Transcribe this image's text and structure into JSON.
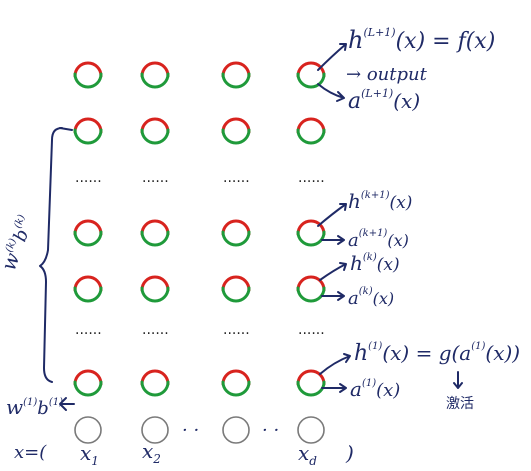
{
  "annotations": {
    "top_h": "h",
    "top_h_sup": "(L+1)",
    "top_h_rest": "(x) = f(x)",
    "output_arrow": "→",
    "output_label": "output",
    "top_a": "a",
    "top_a_sup": "(L+1)",
    "top_a_rest": "(x)",
    "mid1_h": "h",
    "mid1_h_sup": "(k+1)",
    "mid1_h_rest": "(x)",
    "mid1_a": "a",
    "mid1_a_sup": "(k+1)",
    "mid1_a_rest": "(x)",
    "mid2_h": "h",
    "mid2_h_sup": "(k)",
    "mid2_h_rest": "(x)",
    "mid2_a": "a",
    "mid2_a_sup": "(k)",
    "mid2_a_rest": "(x)",
    "bot_h": "h",
    "bot_h_sup": "(1)",
    "bot_h_rest": "(x) = g(a",
    "bot_h_sup2": "(1)",
    "bot_h_rest2": "(x))",
    "bot_a": "a",
    "bot_a_sup": "(1)",
    "bot_a_rest": "(x)",
    "activation_note": "激活",
    "weights_top": "w",
    "weights_top_sup": "(k)",
    "weights_top_b": "b",
    "weights_top_b_sup": "(k)",
    "weights_bot": "w",
    "weights_bot_sup": "(1)",
    "weights_bot_b": "b",
    "weights_bot_b_sup": "(1)",
    "input_prefix": "x=(",
    "x1": "x",
    "x1_sub": "1",
    "x2": "x",
    "x2_sub": "2",
    "xd": "x",
    "xd_sub": "d",
    "input_suffix": ")",
    "ellipsis_gap": "· ·",
    "ellipsis_row": "......"
  },
  "colors": {
    "pre_activation": "#1f9a3a",
    "activation": "#d8231e",
    "input_node": "#7a7a7a",
    "ink": "#1f2a66"
  }
}
